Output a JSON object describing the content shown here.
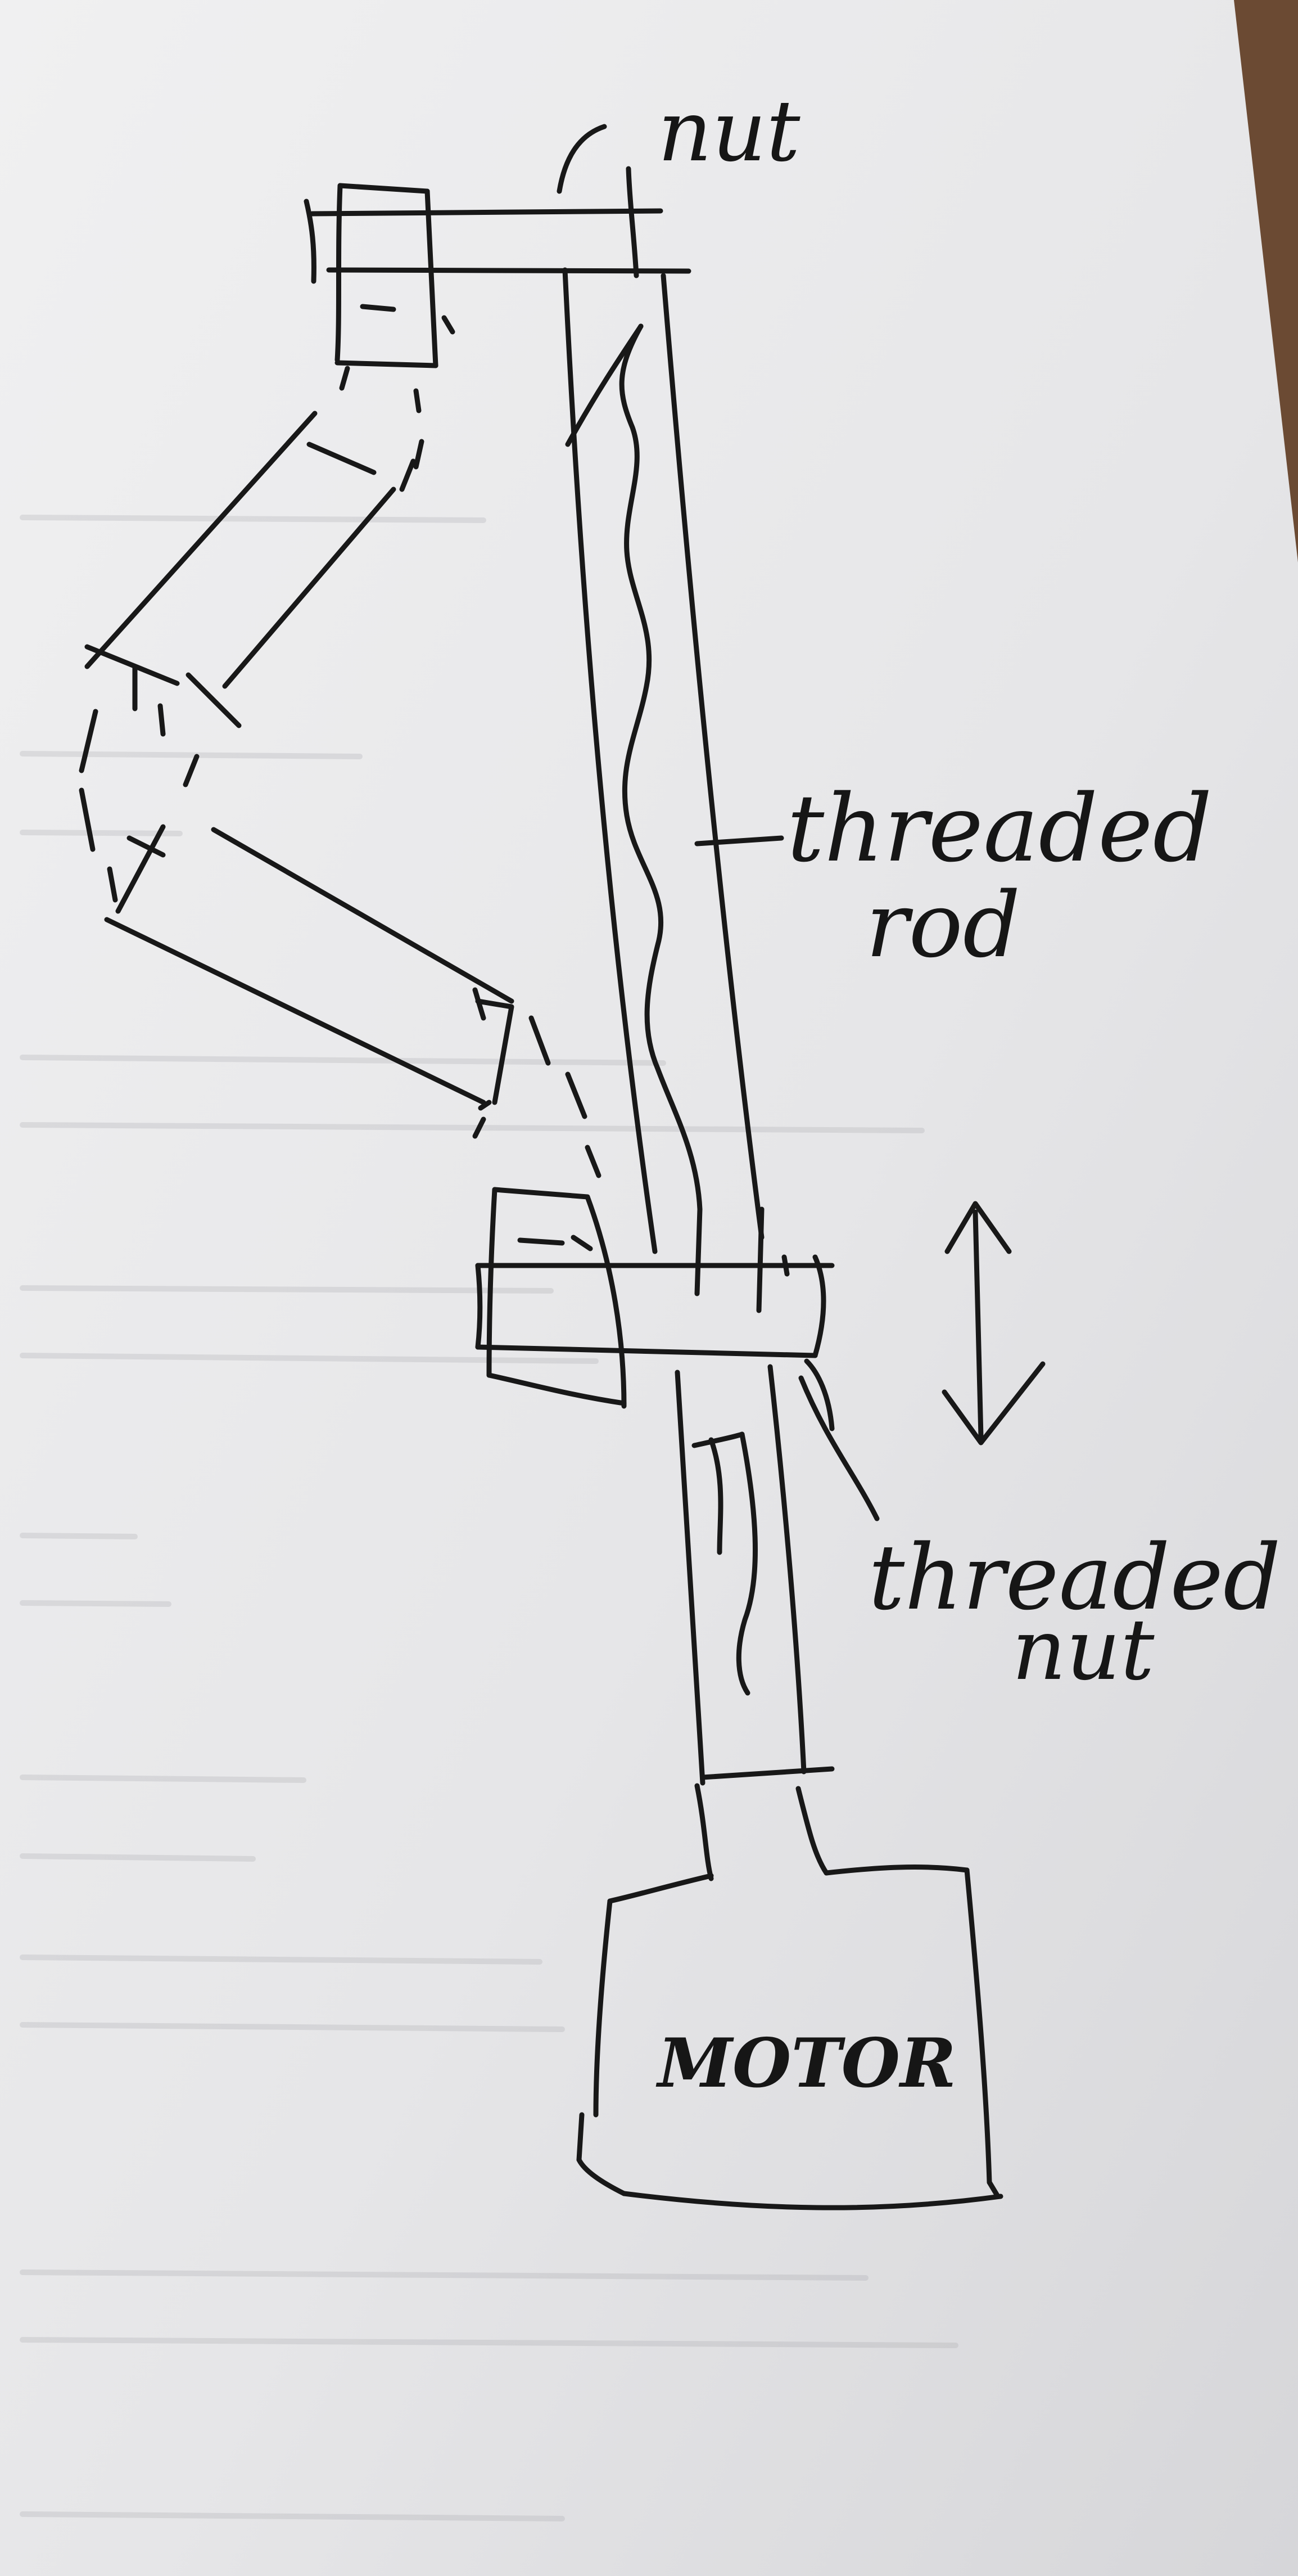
{
  "diagram": {
    "kind": "hand-drawn sketch of a motor-driven lead-screw arm",
    "colors": {
      "paper": "#ededee",
      "paper_shadow": "#d9d9db",
      "ink": "#181818",
      "table_edge": "#6b4a33"
    },
    "labels": {
      "nut": "nut",
      "threaded_rod_1": "threaded",
      "threaded_rod_2": "rod",
      "threaded_nut_1": "threaded",
      "threaded_nut_2": "nut",
      "motor": "MOTOR"
    },
    "icons": {
      "motion": "double-arrow-vertical-icon"
    }
  }
}
